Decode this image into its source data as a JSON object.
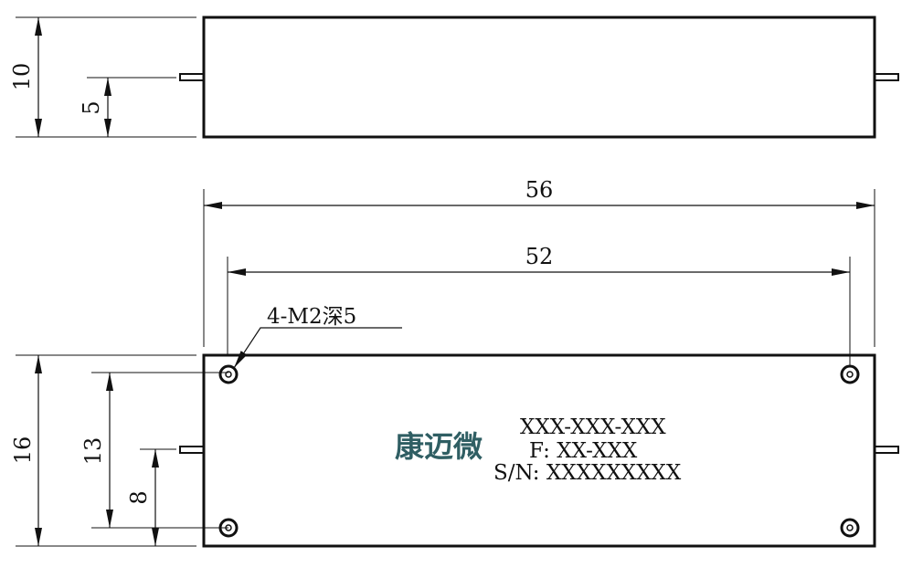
{
  "colors": {
    "line": "#111111",
    "logo": "#2f5e63",
    "background": "#ffffff"
  },
  "dimensions": {
    "side_height": "10",
    "side_pin_height": "5",
    "top_total_length": "56",
    "top_hole_spacing_length": "52",
    "top_total_height": "16",
    "top_hole_spacing_height": "13",
    "top_pin_height": "8"
  },
  "callout": {
    "hole_spec": "4-M2深5"
  },
  "label": {
    "logo": "康迈微",
    "part_number": "XXX-XXX-XXX",
    "frequency": "F: XX-XXX",
    "serial": "S/N: XXXXXXXXX"
  }
}
